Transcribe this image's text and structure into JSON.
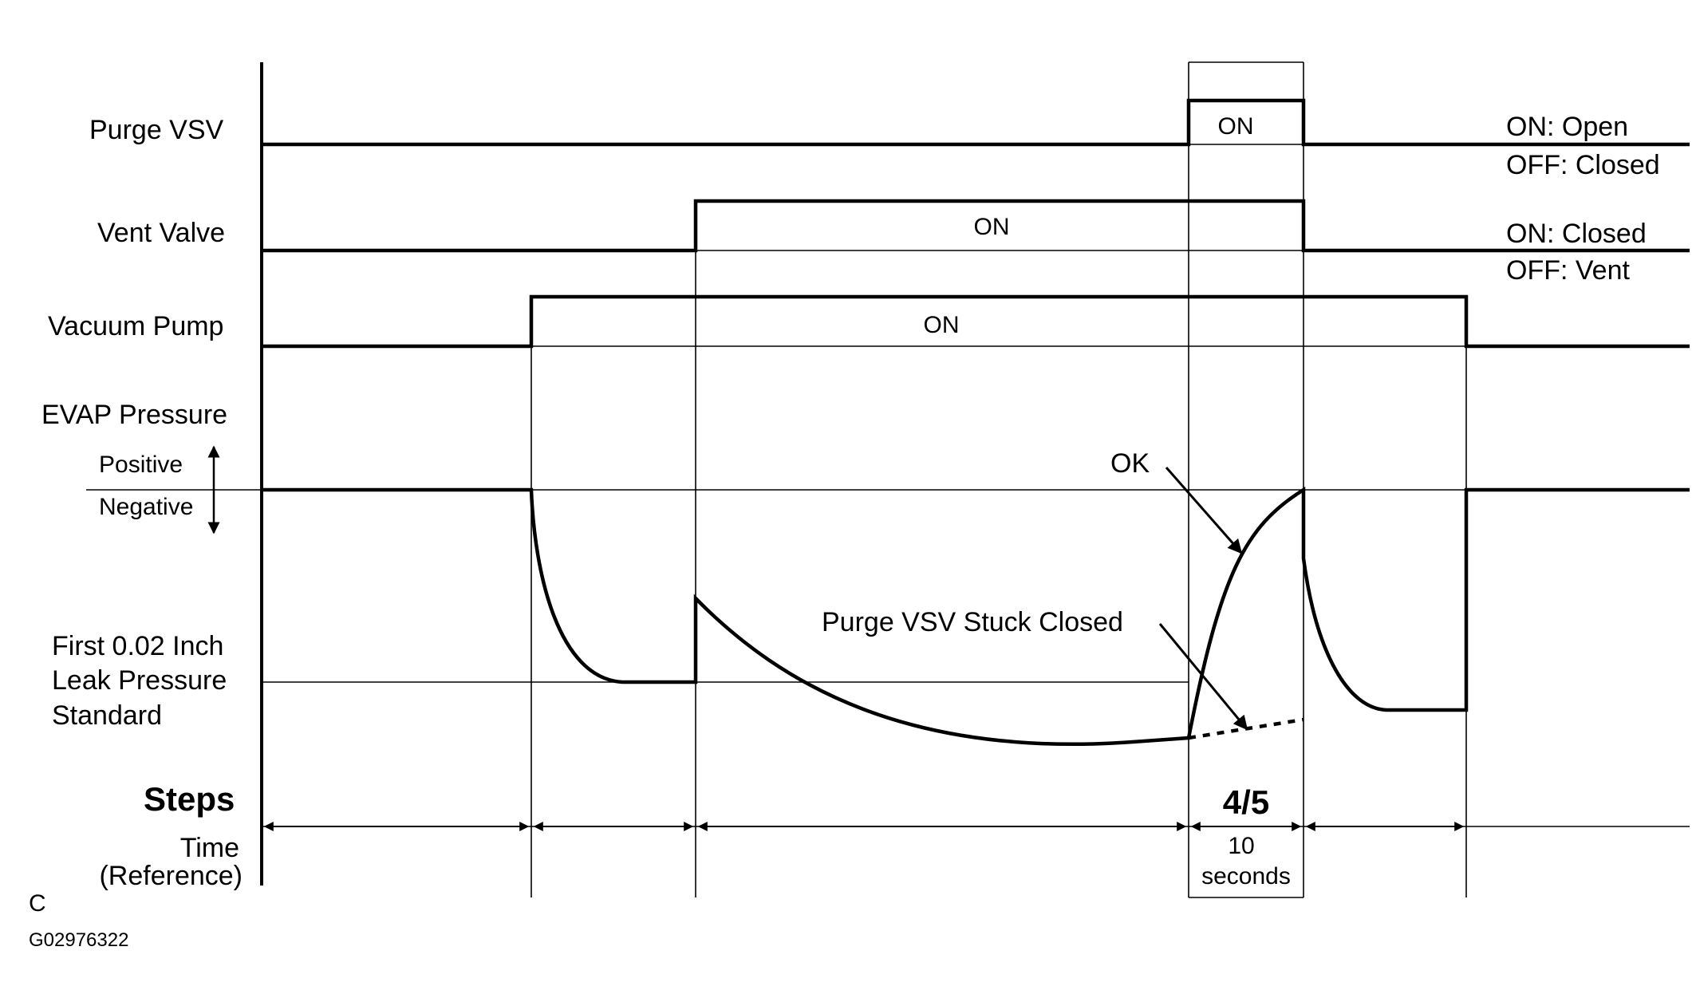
{
  "signals": {
    "purge_vsv": {
      "label": "Purge VSV",
      "on_label": "ON",
      "note_on": "ON: Open",
      "note_off": "OFF: Closed"
    },
    "vent_valve": {
      "label": "Vent Valve",
      "on_label": "ON",
      "note_on": "ON: Closed",
      "note_off": "OFF: Vent"
    },
    "vacuum_pump": {
      "label": "Vacuum Pump",
      "on_label": "ON"
    }
  },
  "evap": {
    "label": "EVAP Pressure",
    "positive": "Positive",
    "negative": "Negative",
    "standard_line1": "First 0.02 Inch",
    "standard_line2": "Leak Pressure",
    "standard_line3": "Standard",
    "ok_label": "OK",
    "stuck_label": "Purge VSV Stuck Closed"
  },
  "steps": {
    "label": "Steps",
    "current_step": "4/5",
    "time_label_line1": "Time",
    "time_label_line2": "(Reference)",
    "duration_value": "10",
    "duration_unit": "seconds"
  },
  "footer": {
    "corner_letter": "C",
    "figure_id": "G02976322"
  }
}
